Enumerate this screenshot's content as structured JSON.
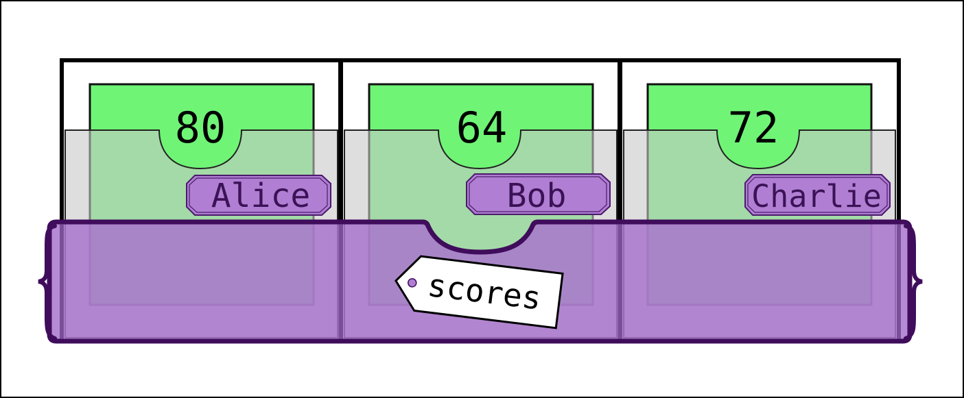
{
  "variable": {
    "name": "scores"
  },
  "entries": [
    {
      "key": "Alice",
      "value": "80"
    },
    {
      "key": "Bob",
      "value": "64"
    },
    {
      "key": "Charlie",
      "value": "72"
    }
  ],
  "colors": {
    "value_card": "#6ff476",
    "key_tag": "#b07fd3",
    "key_text": "#3b1256",
    "tray": "#a975cc",
    "tray_border": "#3f0d5c",
    "sleeve": "#c8c8c8",
    "frame": "#000000",
    "name_tag": "#ffffff"
  }
}
